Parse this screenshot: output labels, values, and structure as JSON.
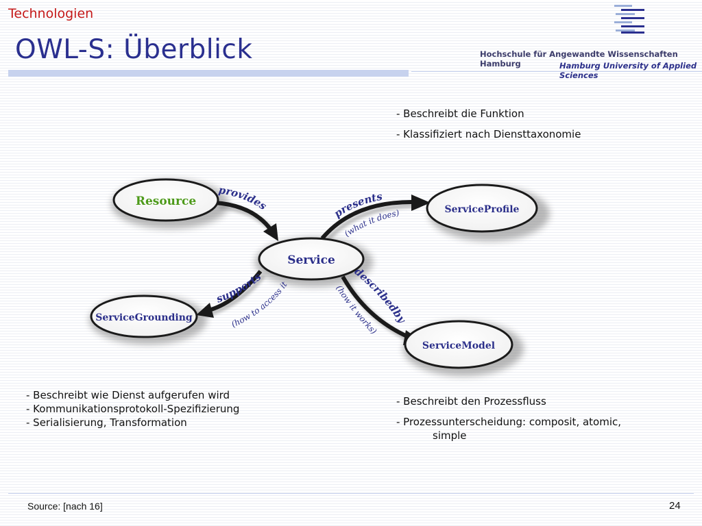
{
  "header": {
    "section": "Technologien",
    "title": "OWL-S: Überblick",
    "university_de": "Hochschule für Angewandte Wissenschaften Hamburg",
    "university_en": "Hamburg University of Applied Sciences"
  },
  "diagram": {
    "nodes": {
      "resource": "Resource",
      "service": "Service",
      "profile": "ServiceProfile",
      "grounding": "ServiceGrounding",
      "model": "ServiceModel"
    },
    "edges": {
      "provides": "provides",
      "presents": "presents",
      "presents_sub": "(what it does)",
      "supports": "supports",
      "supports_sub": "(how to access it)",
      "describedby": "describedby",
      "describedby_sub": "(how it works)"
    },
    "colors": {
      "resource_text": "#4d9a1a",
      "node_text": "#2b2f8a",
      "title": "#2a2f8f",
      "section": "#c41818"
    }
  },
  "notes": {
    "profile": [
      "- Beschreibt die Funktion",
      "- Klassifiziert nach Diensttaxonomie"
    ],
    "grounding": [
      "- Beschreibt wie Dienst aufgerufen wird",
      "- Kommunikationsprotokoll-Spezifizierung",
      "- Serialisierung, Transformation"
    ],
    "model": [
      "- Beschreibt den Prozessfluss",
      "- Prozessunterscheidung: composit, atomic,",
      "simple"
    ]
  },
  "footer": {
    "source": "Source: [nach 16]",
    "page_number": "24"
  }
}
